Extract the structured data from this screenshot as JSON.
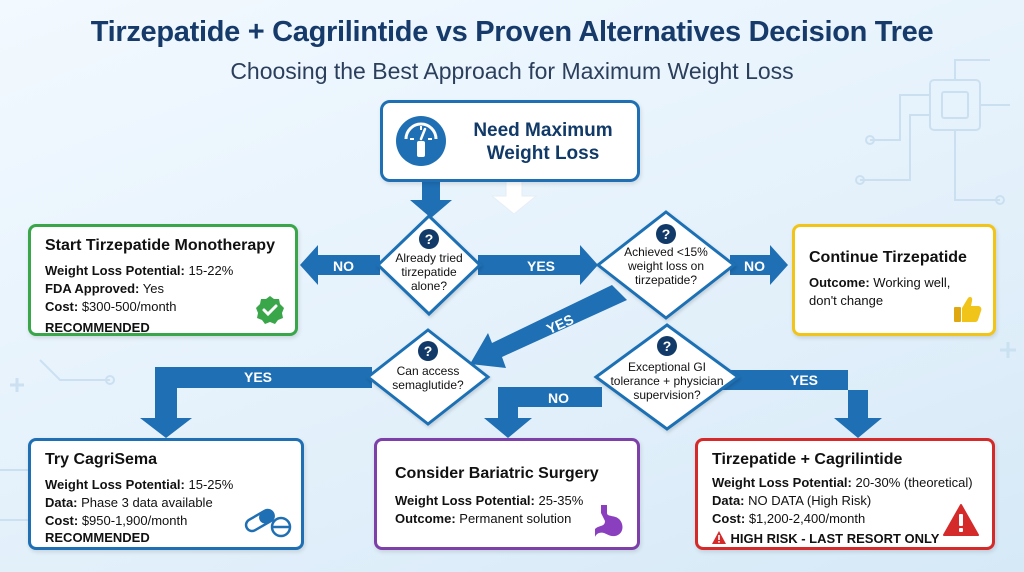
{
  "title": "Tirzepatide + Cagrilintide vs Proven Alternatives Decision Tree",
  "subtitle": "Choosing the Best Approach for Maximum Weight Loss",
  "colors": {
    "primary_blue": "#1f6fb4",
    "navy": "#123a68",
    "green": "#3aa64a",
    "yellow": "#f0c419",
    "purple": "#7d3fa8",
    "red": "#d42a2a"
  },
  "start": {
    "label_line1": "Need Maximum",
    "label_line2": "Weight Loss",
    "icon": "scale-gauge-icon"
  },
  "decisions": {
    "d1": {
      "line1": "Already tried",
      "line2": "tirzepatide",
      "line3": "alone?"
    },
    "d2": {
      "line1": "Achieved <15%",
      "line2": "weight loss on",
      "line3": "tirzepatide?"
    },
    "d3": {
      "line1": "Can access",
      "line2": "semaglutide?"
    },
    "d4": {
      "line1": "Exceptional GI",
      "line2": "tolerance + physician",
      "line3": "supervision?"
    }
  },
  "arrow_labels": {
    "d1_no": "NO",
    "d1_yes": "YES",
    "d2_no": "NO",
    "d2_yes": "YES",
    "d3_yes": "YES",
    "d4_no": "NO",
    "d4_yes": "YES"
  },
  "outcomes": {
    "monotherapy": {
      "title": "Start Tirzepatide Monotherapy",
      "l1_key": "Weight Loss Potential:",
      "l1_val": " 15-22%",
      "l2_key": "FDA Approved:",
      "l2_val": " Yes",
      "l3_key": "Cost:",
      "l3_val": " $300-500/month",
      "tag": "RECOMMENDED",
      "icon": "checkmark-badge-icon"
    },
    "continue": {
      "title": "Continue Tirzepatide",
      "l1_key": "Outcome:",
      "l1_val": " Working well,",
      "l1b": "don't change",
      "icon": "thumbs-up-icon"
    },
    "cagrisema": {
      "title": "Try CagriSema",
      "l1_key": "Weight Loss Potential:",
      "l1_val": " 15-25%",
      "l2_key": "Data:",
      "l2_val": " Phase 3 data available",
      "l3_key": "Cost:",
      "l3_val": " $950-1,900/month",
      "tag": "RECOMMENDED",
      "icon": "pills-icon"
    },
    "bariatric": {
      "title": "Consider Bariatric Surgery",
      "l1_key": "Weight Loss Potential:",
      "l1_val": " 25-35%",
      "l2_key": "Outcome:",
      "l2_val": " Permanent solution",
      "icon": "stomach-icon"
    },
    "combo": {
      "title": "Tirzepatide + Cagrilintide",
      "l1_key": "Weight Loss Potential:",
      "l1_val": " 20-30% (theoretical)",
      "l2_key": "Data:",
      "l2_val": " NO DATA (High Risk)",
      "l3_key": "Cost:",
      "l3_val": " $1,200-2,400/month",
      "tag": "HIGH RISK - LAST RESORT ONLY",
      "icon": "warning-triangle-icon"
    }
  }
}
